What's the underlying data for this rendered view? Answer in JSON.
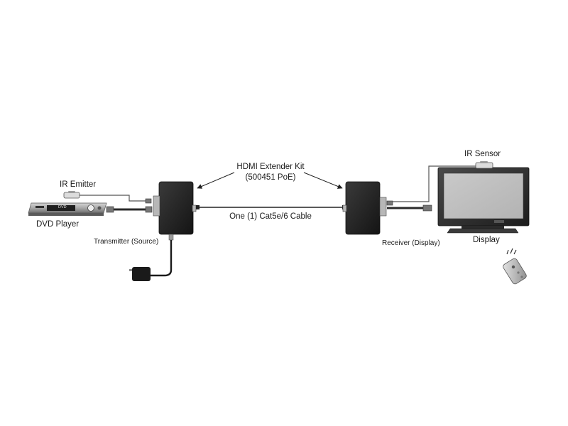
{
  "kit": {
    "title": "HDMI Extender Kit",
    "model": "(500451 PoE)"
  },
  "cable": {
    "label": "One (1) Cat5e/6 Cable"
  },
  "source": {
    "ir_emitter_label": "IR Emitter",
    "dvd_player_label": "DVD Player",
    "dvd_front_text": "DVD",
    "transmitter_label": "Transmitter (Source)"
  },
  "display_side": {
    "ir_sensor_label": "IR Sensor",
    "receiver_label": "Receiver (Display)",
    "display_label": "Display"
  }
}
